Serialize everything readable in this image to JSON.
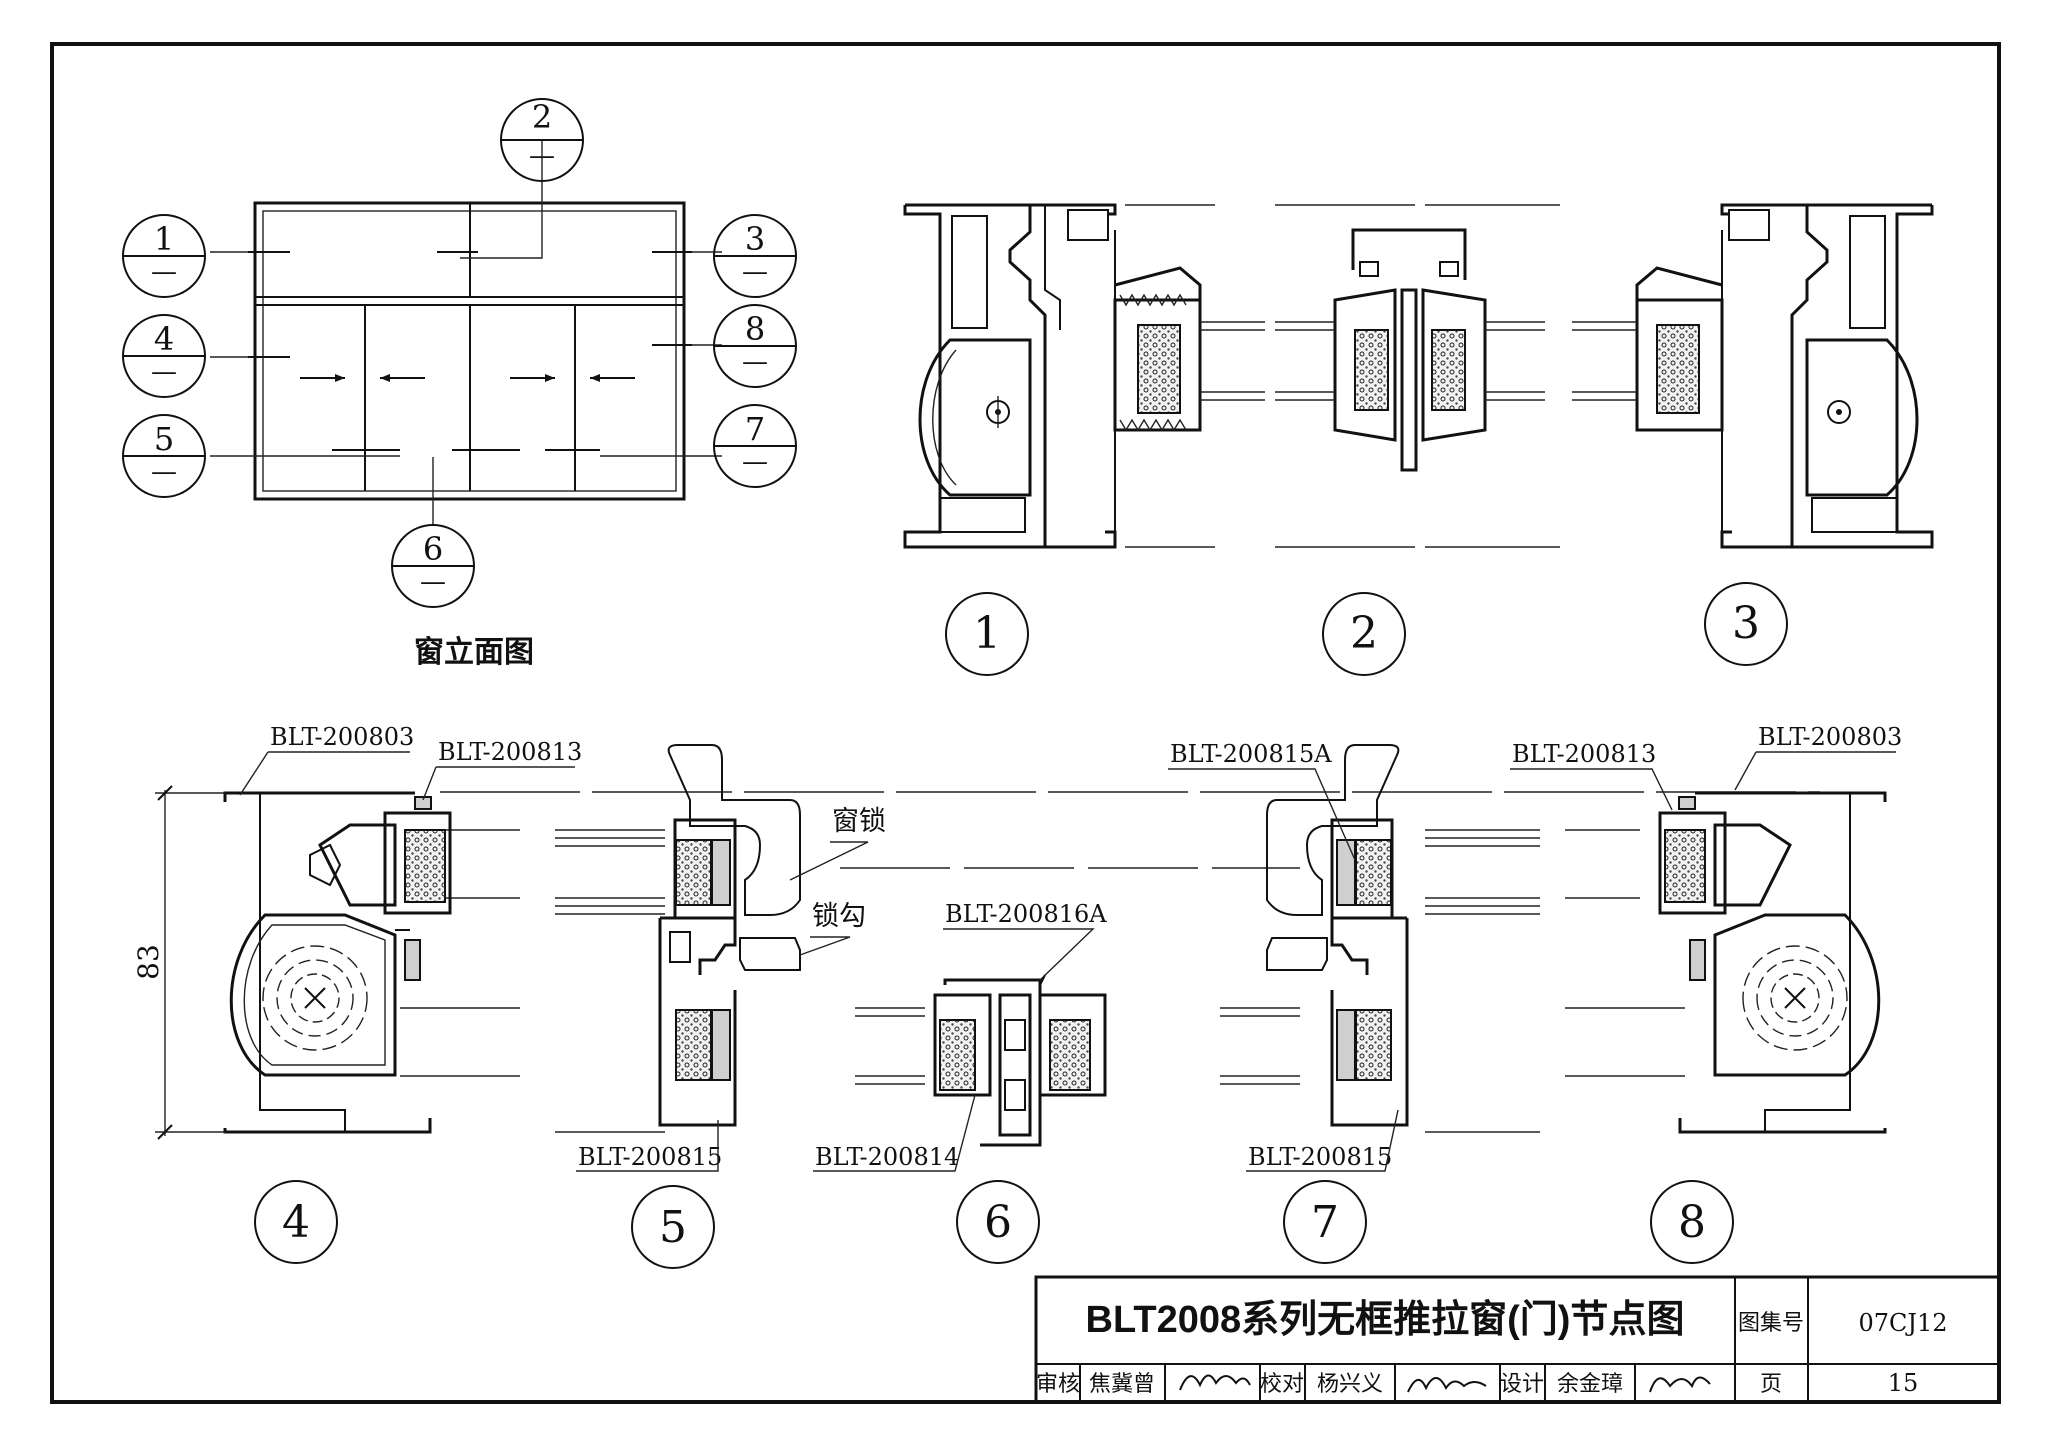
{
  "title_block": {
    "drawing_title": "BLT2008系列无框推拉窗(门)节点图",
    "atlas_label": "图集号",
    "atlas_number": "07CJ12",
    "review_label": "审核",
    "reviewer": "焦冀曾",
    "check_label": "校对",
    "checker": "杨兴义",
    "design_label": "设计",
    "designer": "余金璋",
    "page_label": "页",
    "page_number": "15"
  },
  "elevation": {
    "caption": "窗立面图",
    "markers": [
      {
        "num": "1"
      },
      {
        "num": "2"
      },
      {
        "num": "3"
      },
      {
        "num": "4"
      },
      {
        "num": "5"
      },
      {
        "num": "6"
      },
      {
        "num": "7"
      },
      {
        "num": "8"
      }
    ]
  },
  "detail_labels": [
    "1",
    "2",
    "3",
    "4",
    "5",
    "6",
    "7",
    "8"
  ],
  "profile_codes": {
    "p803_left": "BLT-200803",
    "p813_left": "BLT-200813",
    "p815_left": "BLT-200815",
    "p814": "BLT-200814",
    "p816a": "BLT-200816A",
    "p815a": "BLT-200815A",
    "p815_right": "BLT-200815",
    "p813_right": "BLT-200813",
    "p803_right": "BLT-200803"
  },
  "annotations": {
    "window_lock": "窗锁",
    "lock_hook": "锁勾",
    "dimension_83": "83"
  }
}
